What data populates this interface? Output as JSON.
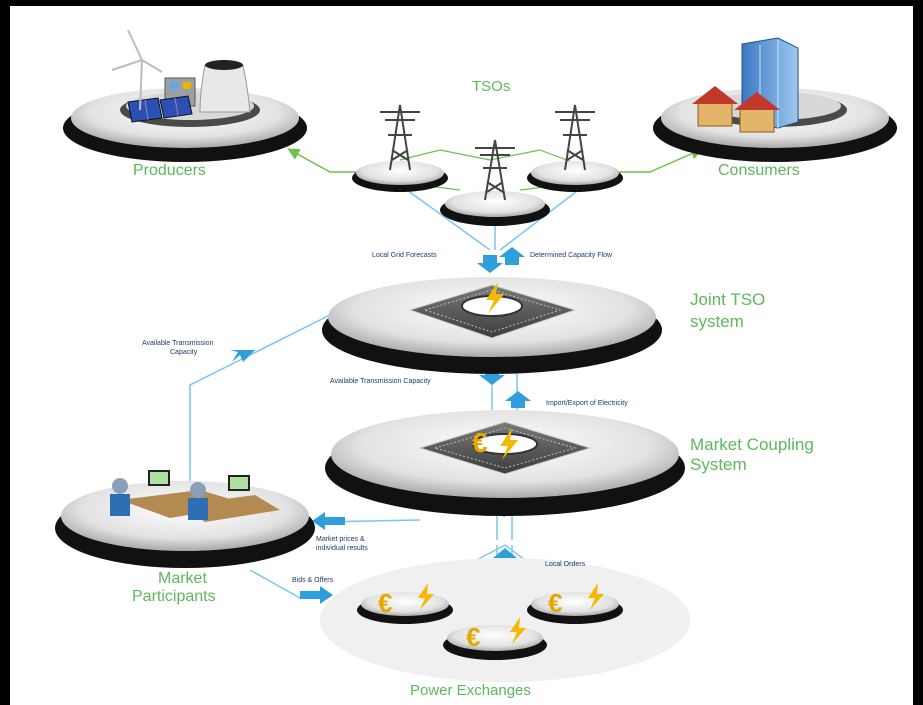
{
  "colors": {
    "background": "#000000",
    "canvas": "#ffffff",
    "label_green": "#5cb85c",
    "connector_blue": "#7cc6ea",
    "arrow_blue": "#2f9fdc",
    "connector_green": "#6cc24a",
    "small_label": "#1f3b6e"
  },
  "nodes": {
    "tsos": "TSOs",
    "producers": "Producers",
    "consumers": "Consumers",
    "joint_tso_line1": "Joint TSO",
    "joint_tso_line2": "system",
    "market_coupling_line1": "Market Coupling",
    "market_coupling_line2": "System",
    "market_participants_line1": "Market",
    "market_participants_line2": "Participants",
    "power_exchanges": "Power Exchanges"
  },
  "flows": {
    "local_grid_forecasts": "Local Grid Forecasts",
    "determined_capacity_flow": "Determined Capacity Flow",
    "available_transmission_capacity_left_line1": "Available Transmission",
    "available_transmission_capacity_left_line2": "Capacity",
    "available_transmission_capacity": "Available Transmission Capacity",
    "import_export": "Import/Export of Electricity",
    "market_prices_line1": "Market prices &",
    "market_prices_line2": "individual results",
    "bids_offers": "Bids & Offers",
    "local_orders": "Local Orders"
  }
}
